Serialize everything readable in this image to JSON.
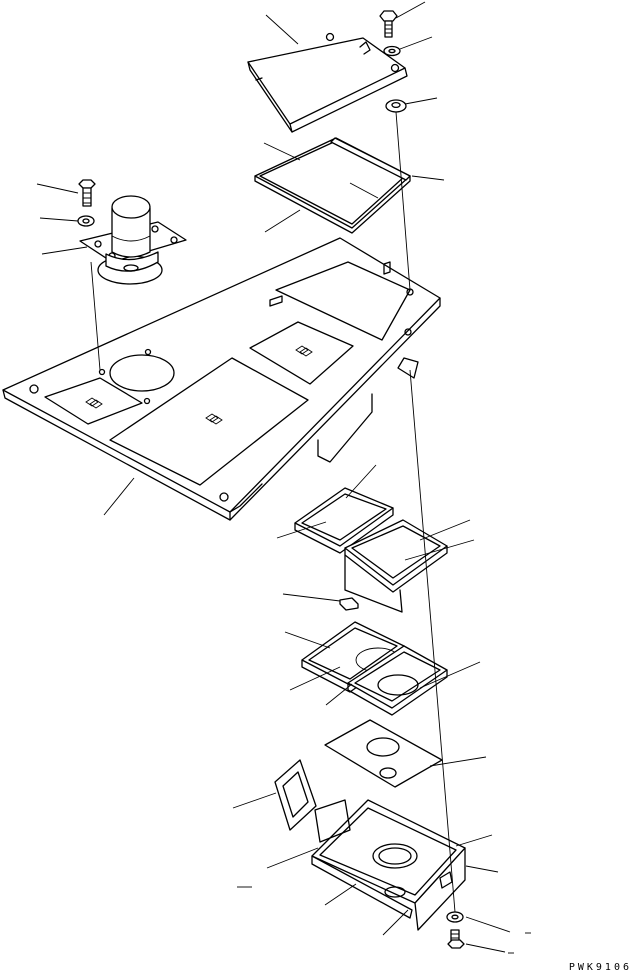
{
  "drawing": {
    "code": "PWK9106",
    "parts": [
      "upper-cover",
      "knob-bolt",
      "washer",
      "grommet",
      "gasket-frame",
      "seal-strip",
      "bolt",
      "washer",
      "mount-plate",
      "lamp-housing",
      "floor-panel",
      "filter-frame-a",
      "filter-frame-b",
      "clip",
      "filter-frame-c",
      "filter-frame-d",
      "gasket-sheet",
      "small-gasket",
      "lower-case",
      "washer",
      "bolt"
    ]
  }
}
